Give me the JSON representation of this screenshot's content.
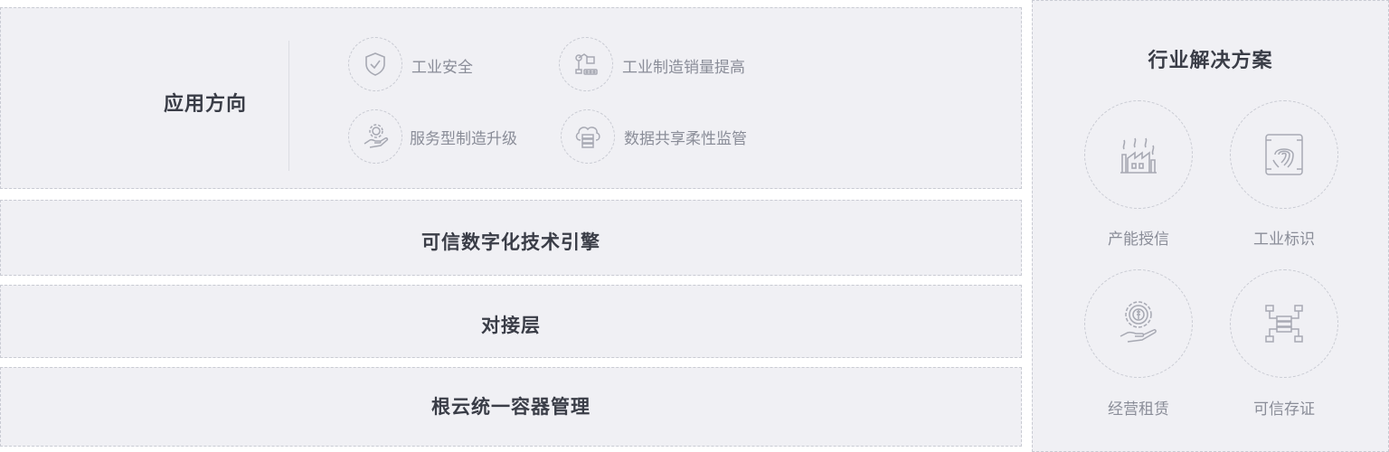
{
  "application": {
    "title": "应用方向",
    "items": [
      {
        "label": "工业安全",
        "icon": "shield-check-icon"
      },
      {
        "label": "工业制造销量提高",
        "icon": "robot-arm-icon"
      },
      {
        "label": "服务型制造升级",
        "icon": "hand-gear-icon"
      },
      {
        "label": "数据共享柔性监管",
        "icon": "cloud-server-icon"
      }
    ]
  },
  "layers": {
    "engine": "可信数字化技术引擎",
    "docking": "对接层",
    "container": "根云统一容器管理"
  },
  "industry": {
    "title": "行业解决方案",
    "items": [
      {
        "label": "产能授信",
        "icon": "factory-icon"
      },
      {
        "label": "工业标识",
        "icon": "fingerprint-icon"
      },
      {
        "label": "经营租赁",
        "icon": "hand-coin-icon"
      },
      {
        "label": "可信存证",
        "icon": "network-nodes-icon"
      }
    ]
  },
  "colors": {
    "panel_bg": "#f0f0f4",
    "border": "#c9cbd3",
    "title_text": "#3a3d47",
    "label_text": "#8a8d98",
    "icon_stroke": "#a7a9b3"
  }
}
